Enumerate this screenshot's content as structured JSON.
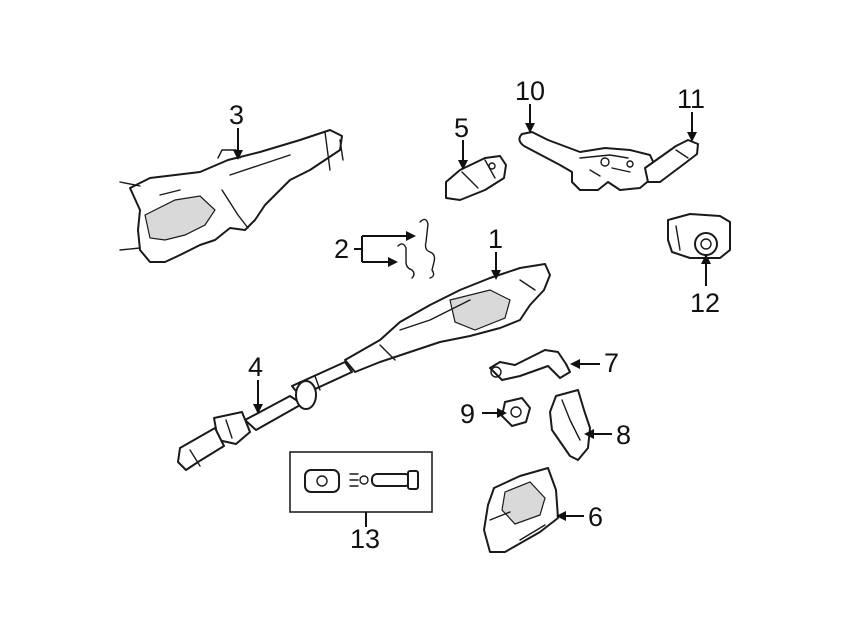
{
  "callouts": [
    {
      "id": "1",
      "label": "1"
    },
    {
      "id": "2",
      "label": "2"
    },
    {
      "id": "3",
      "label": "3"
    },
    {
      "id": "4",
      "label": "4"
    },
    {
      "id": "5",
      "label": "5"
    },
    {
      "id": "6",
      "label": "6"
    },
    {
      "id": "7",
      "label": "7"
    },
    {
      "id": "8",
      "label": "8"
    },
    {
      "id": "9",
      "label": "9"
    },
    {
      "id": "10",
      "label": "10"
    },
    {
      "id": "11",
      "label": "11"
    },
    {
      "id": "12",
      "label": "12"
    },
    {
      "id": "13",
      "label": "13"
    }
  ],
  "colors": {
    "line": "#1a1a1a",
    "background": "#ffffff",
    "shade": "#d9d9d9"
  },
  "icons": [
    "arrow-icon"
  ]
}
